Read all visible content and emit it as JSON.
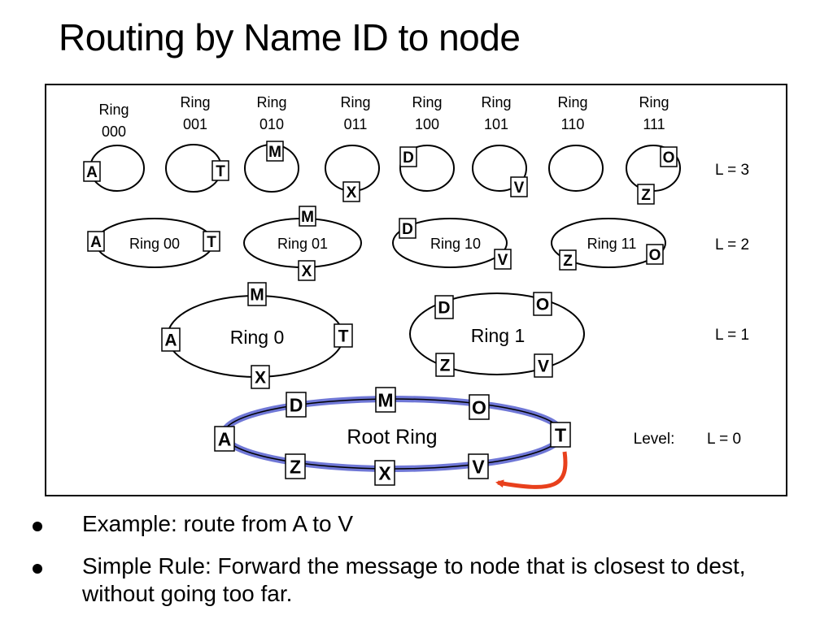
{
  "title": "Routing by Name ID to node",
  "level3": {
    "rings": [
      {
        "label": "Ring\n000"
      },
      {
        "label": "Ring\n001"
      },
      {
        "label": "Ring\n010"
      },
      {
        "label": "Ring\n011"
      },
      {
        "label": "Ring\n100"
      },
      {
        "label": "Ring\n101"
      },
      {
        "label": "Ring\n110"
      },
      {
        "label": "Ring\n111"
      }
    ],
    "level_label": "L = 3"
  },
  "level2": {
    "rings": [
      {
        "label": "Ring 00"
      },
      {
        "label": "Ring 01"
      },
      {
        "label": "Ring 10"
      },
      {
        "label": "Ring 11"
      }
    ],
    "level_label": "L = 2"
  },
  "level1": {
    "rings": [
      {
        "label": "Ring 0"
      },
      {
        "label": "Ring 1"
      }
    ],
    "level_label": "L = 1"
  },
  "level0": {
    "ring_label": "Root Ring",
    "level_prefix": "Level:",
    "level_label": "L = 0"
  },
  "nodes": {
    "A": "A",
    "D": "D",
    "M": "M",
    "O": "O",
    "T": "T",
    "V": "V",
    "X": "X",
    "Z": "Z"
  },
  "colors": {
    "root_ring": "#6f77d6",
    "route_arrow": "#e8401c"
  },
  "bullets": [
    "Example: route from A to V",
    "Simple Rule: Forward the message to node that is closest to dest, without going too far."
  ]
}
